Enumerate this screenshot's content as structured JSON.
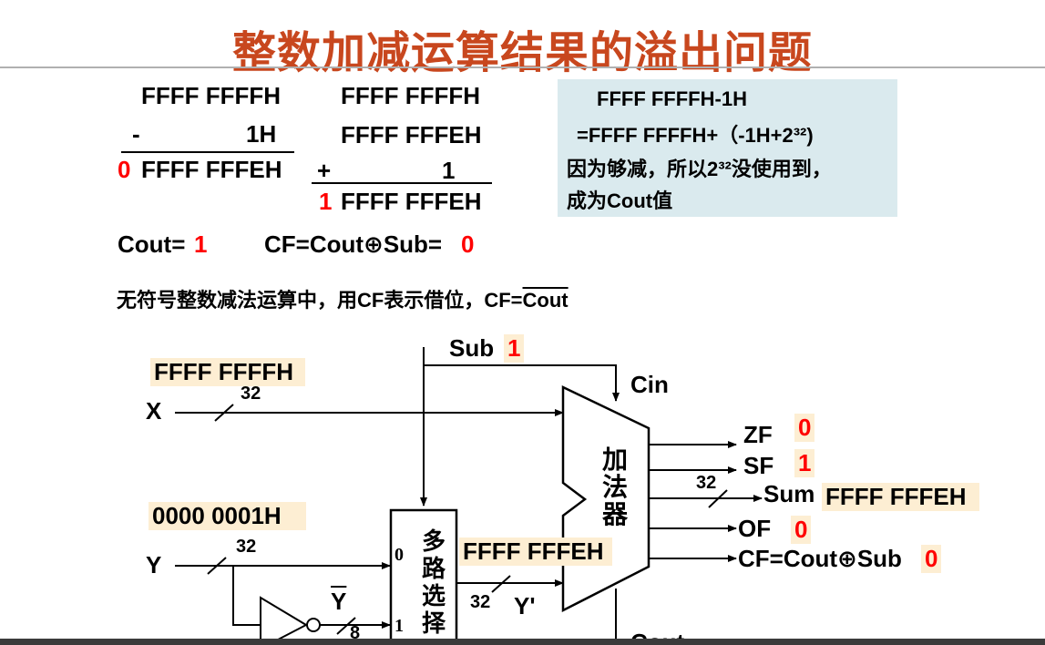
{
  "title": "整数加减运算结果的溢出问题",
  "calc_left": {
    "line1": "FFFF FFFFH",
    "line2_op": "-",
    "line2_val": "1H",
    "result_carry": "0",
    "result_val": "FFFF FFFEH"
  },
  "calc_right": {
    "line1": "FFFF FFFFH",
    "line2": "FFFF FFFEH",
    "line3_op": "+",
    "line3_val": "1",
    "result_carry": "1",
    "result_val": "FFFF FFFEH"
  },
  "note": {
    "line1": "FFFF FFFFH-1H",
    "line2": "=FFFF FFFFH+（-1H+2³²)",
    "line3": "因为够减，所以2³²没使用到，",
    "line4": "成为Cout值"
  },
  "cout_line": {
    "cout_label": "Cout=",
    "cout_value": "1",
    "cf_label": "CF=Cout⊕Sub=",
    "cf_value": "0"
  },
  "statement": {
    "text": "无符号整数减法运算中，用CF表示借位，CF=",
    "cout": "Cout"
  },
  "circuit": {
    "sub_label": "Sub",
    "sub_value": "1",
    "cin_label": "Cin",
    "x_value": "FFFF FFFFH",
    "x_label": "X",
    "x_width": "32",
    "y_value": "0000 0001H",
    "y_label": "Y",
    "y_width": "32",
    "ybar_label": "Y",
    "ybar_width": "8",
    "mux_label": "多路选择",
    "mux_in0": "0",
    "mux_in1": "1",
    "mux_out_value": "FFFF FFFEH",
    "yprime_width": "32",
    "yprime_label": "Y'",
    "adder_label": "加法器",
    "zf_label": "ZF",
    "zf_value": "0",
    "sf_label": "SF",
    "sf_value": "1",
    "sum_width": "32",
    "sum_label": "Sum",
    "sum_value": "FFFF FFFEH",
    "of_label": "OF",
    "of_value": "0",
    "cf_label": "CF=Cout⊕Sub",
    "cf_value": "0",
    "cout_partial": "Cout"
  },
  "colors": {
    "title": "#c8471e",
    "highlight_red": "#ff0000",
    "note_bg": "#daeaee",
    "value_bg": "#fdeed3"
  }
}
